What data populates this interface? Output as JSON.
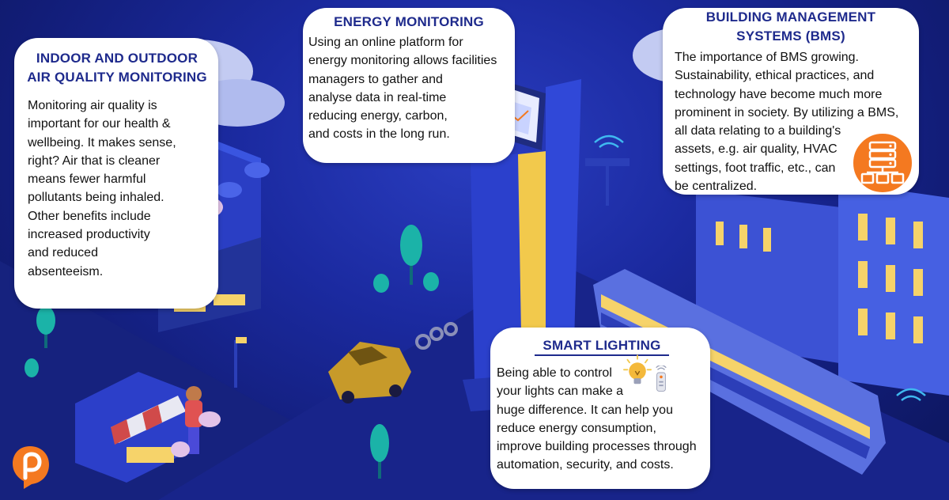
{
  "colors": {
    "background": "#1b2aa0",
    "title": "#1e2a8c",
    "accent_orange": "#f47920",
    "window_yellow": "#f6d36a",
    "road": "#15207a"
  },
  "icons": [
    "server-icon",
    "light-bulb-icon",
    "remote-control-icon",
    "monitor-icon",
    "brand-logo-icon",
    "wifi-icon"
  ],
  "air_quality": {
    "title": "INDOOR AND OUTDOOR\nAIR QUALITY MONITORING",
    "body": "Monitoring air quality is\nimportant for our health &\nwellbeing. It makes sense,\nright? Air that is cleaner\nmeans fewer harmful\npollutants being inhaled.\nOther benefits include\nincreased productivity\nand reduced\n    absenteeism."
  },
  "energy": {
    "title": "ENERGY MONITORING",
    "body": "Using an online platform for\nenergy monitoring allows facilities\nmanagers to gather and\nanalyse data in real-time\nreducing energy, carbon,\nand costs in the long run."
  },
  "bms": {
    "title": "BUILDING MANAGEMENT\nSYSTEMS (BMS)",
    "body": "The importance of BMS growing.\nSustainability, ethical practices, and\ntechnology have become much more\nprominent in society. By utilizing a BMS,\nall data relating to a building's\nassets, e.g. air quality, HVAC\nsettings, foot traffic, etc., can\n    be centralized."
  },
  "lighting": {
    "title": "SMART LIGHTING",
    "body": "Being able to control\nyour lights can make a\nhuge difference. It can help you\nreduce energy consumption,\nimprove building processes through\nautomation, security, and costs."
  }
}
